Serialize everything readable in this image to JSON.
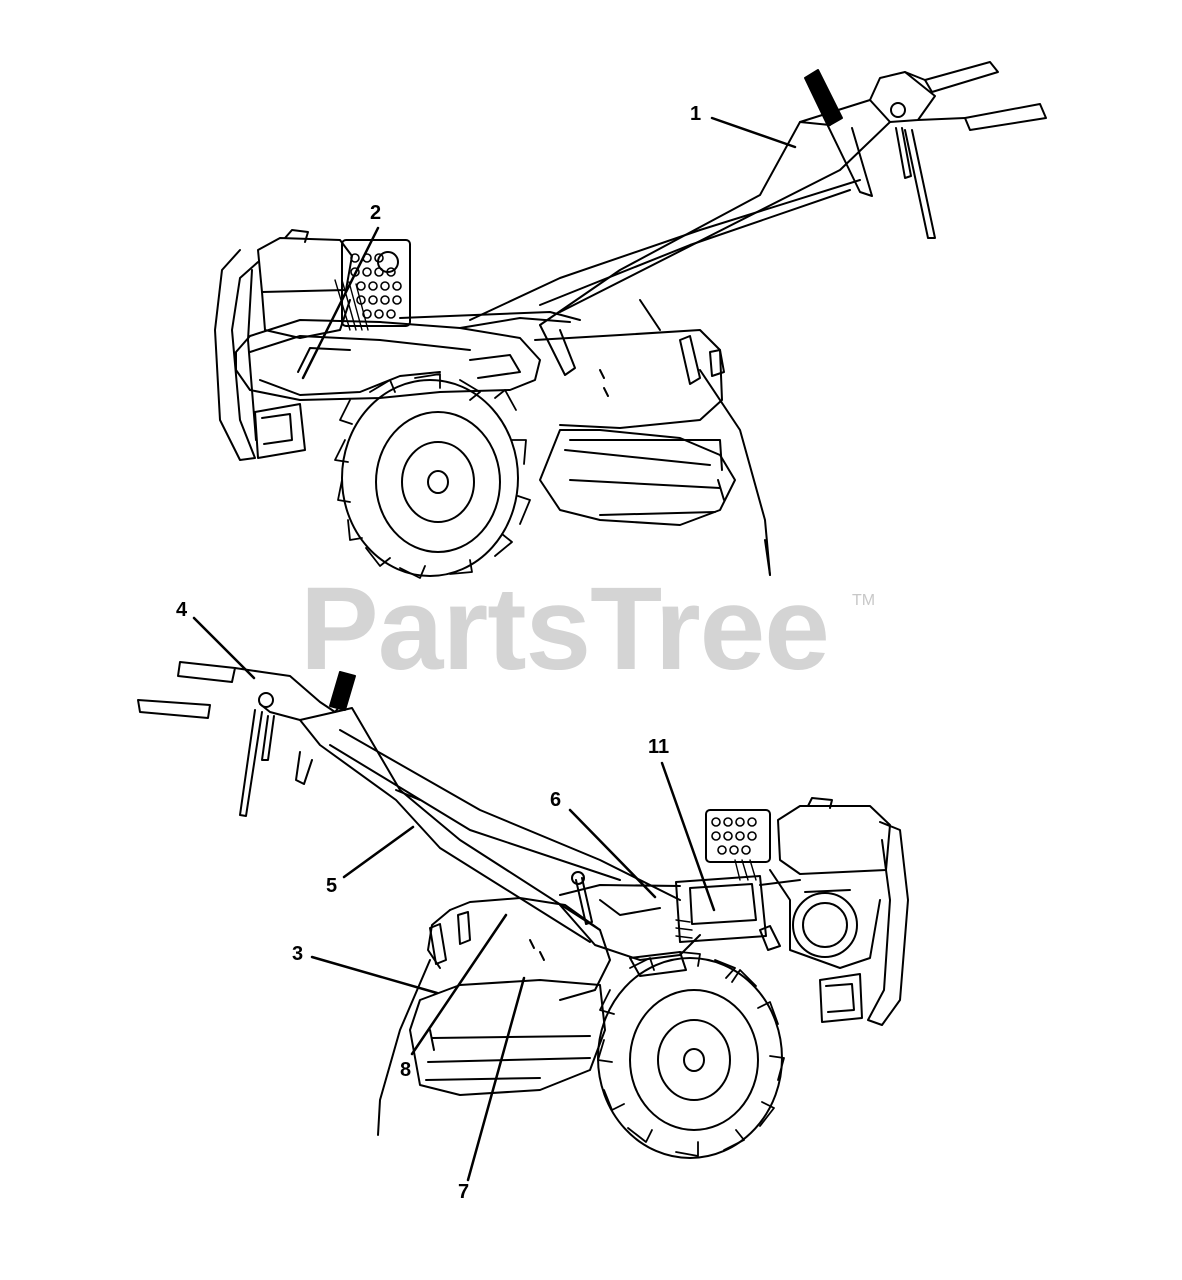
{
  "watermark": {
    "brand": "PartsTree",
    "trademark": "TM"
  },
  "callouts": [
    {
      "id": "1",
      "label": "1"
    },
    {
      "id": "2",
      "label": "2"
    },
    {
      "id": "3",
      "label": "3"
    },
    {
      "id": "4",
      "label": "4"
    },
    {
      "id": "5",
      "label": "5"
    },
    {
      "id": "6",
      "label": "6"
    },
    {
      "id": "7",
      "label": "7"
    },
    {
      "id": "8",
      "label": "8"
    },
    {
      "id": "11",
      "label": "11"
    }
  ]
}
